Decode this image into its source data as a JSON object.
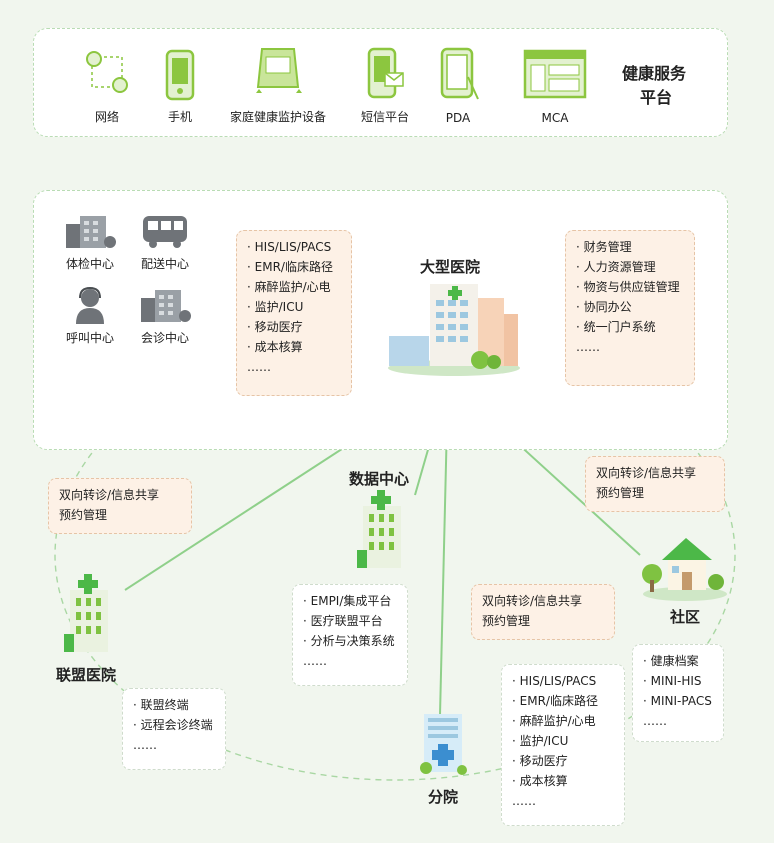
{
  "platform": {
    "title_line1": "健康服务",
    "title_line2": "平台",
    "devices": [
      {
        "label": "网络",
        "icon": "network-icon"
      },
      {
        "label": "手机",
        "icon": "mobile-phone-icon"
      },
      {
        "label": "家庭健康监护设备",
        "icon": "home-health-monitor-icon"
      },
      {
        "label": "短信平台",
        "icon": "sms-platform-icon"
      },
      {
        "label": "PDA",
        "icon": "pda-icon"
      },
      {
        "label": "MCA",
        "icon": "mca-icon"
      }
    ]
  },
  "hospital": {
    "title": "大型医院",
    "centers": [
      {
        "label": "体检中心",
        "icon": "office-building-icon"
      },
      {
        "label": "配送中心",
        "icon": "bus-icon"
      },
      {
        "label": "呼叫中心",
        "icon": "call-center-icon"
      },
      {
        "label": "会诊中心",
        "icon": "office-building-icon"
      }
    ],
    "left_list": [
      "HIS/LIS/PACS",
      "EMR/临床路径",
      "麻醉监护/心电",
      "监护/ICU",
      "移动医疗",
      "成本核算",
      "……"
    ],
    "right_list": [
      "财务管理",
      "人力资源管理",
      "物资与供应链管理",
      "协同办公",
      "统一门户系统",
      "……"
    ]
  },
  "referral_left": {
    "line1": "双向转诊/信息共享",
    "line2": "预约管理"
  },
  "referral_right": {
    "line1": "双向转诊/信息共享",
    "line2": "预约管理"
  },
  "referral_mid": {
    "line1": "双向转诊/信息共享",
    "line2": "预约管理"
  },
  "data_center": {
    "title": "数据中心",
    "list": [
      "EMPI/集成平台",
      "医疗联盟平台",
      "分析与决策系统",
      "……"
    ]
  },
  "alliance": {
    "title": "联盟医院",
    "list": [
      "联盟终端",
      "远程会诊终端",
      "……"
    ]
  },
  "branch": {
    "title": "分院",
    "list": [
      "HIS/LIS/PACS",
      "EMR/临床路径",
      "麻醉监护/心电",
      "监护/ICU",
      "移动医疗",
      "成本核算",
      "……"
    ]
  },
  "community": {
    "title": "社区",
    "list": [
      "健康档案",
      "MINI-HIS",
      "MINI-PACS",
      "……"
    ]
  },
  "colors": {
    "accent_green": "#8cc63f",
    "line_green": "#8fd08a",
    "note_fill": "#fdf1e6"
  }
}
